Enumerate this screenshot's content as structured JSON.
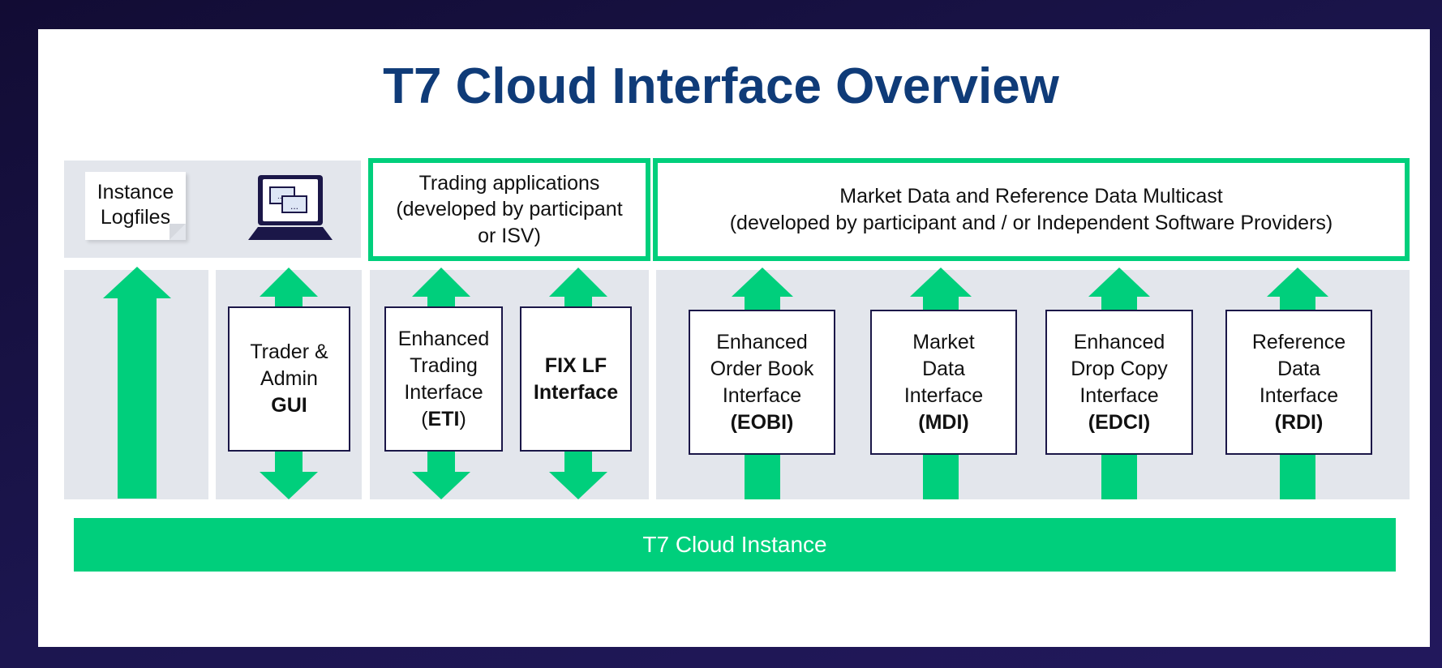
{
  "title": "T7 Cloud Interface Overview",
  "top_row": {
    "logfiles_line1": "Instance",
    "logfiles_line2": "Logfiles",
    "trading_apps": [
      "Trading applications",
      "(developed by participant",
      "or ISV)"
    ],
    "market_data": [
      "Market Data and Reference Data Multicast",
      "(developed by participant and / or Independent Software Providers)"
    ]
  },
  "interfaces": {
    "gui": {
      "line1": "Trader &",
      "line2": "Admin",
      "abbr": "GUI"
    },
    "eti": {
      "line1": "Enhanced",
      "line2": "Trading",
      "line3": "Interface",
      "open": "(",
      "abbr": "ETI",
      "close": ")"
    },
    "fix": {
      "line1": "FIX LF",
      "line2": "Interface"
    },
    "eobi": {
      "line1": "Enhanced",
      "line2": "Order Book",
      "line3": "Interface",
      "abbr": "(EOBI)"
    },
    "mdi": {
      "line1": "Market",
      "line2": "Data",
      "line3": "Interface",
      "abbr": "(MDI)"
    },
    "edci": {
      "line1": "Enhanced",
      "line2": "Drop Copy",
      "line3": "Interface",
      "abbr": "(EDCI)"
    },
    "rdi": {
      "line1": "Reference",
      "line2": "Data",
      "line3": "Interface",
      "abbr": "(RDI)"
    }
  },
  "bottom_bar": "T7 Cloud Instance",
  "colors": {
    "accent_green": "#00cf7c",
    "title_blue": "#0f3b78",
    "frame_navy": "#1a1446",
    "panel_grey": "#e3e6ec"
  },
  "icons": [
    "document-icon",
    "laptop-windows-icon",
    "arrow-up-icon",
    "arrow-down-icon"
  ]
}
